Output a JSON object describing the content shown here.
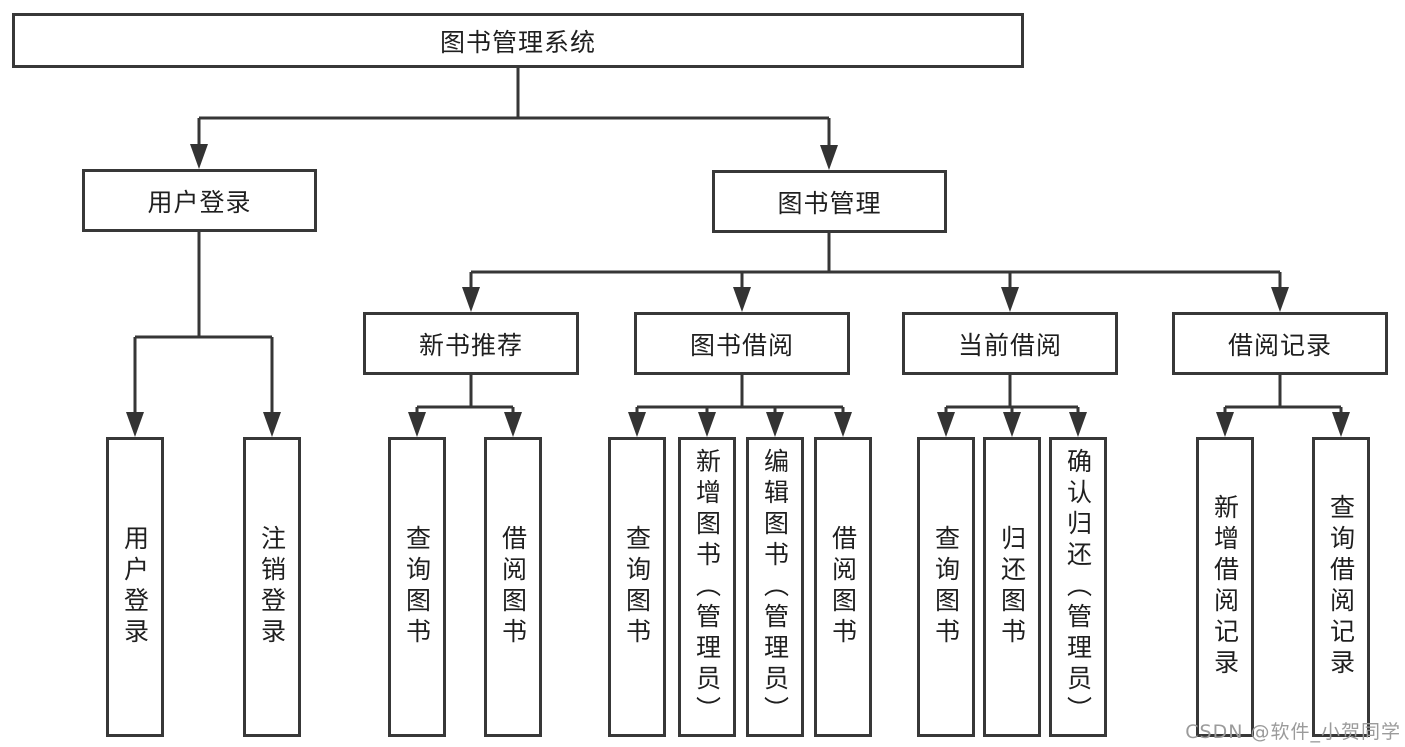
{
  "diagram": {
    "root": {
      "label": "图书管理系统"
    },
    "branches": [
      {
        "label": "用户登录",
        "leaves": [
          {
            "label": "用户登录"
          },
          {
            "label": "注销登录"
          }
        ]
      },
      {
        "label": "图书管理",
        "groups": [
          {
            "label": "新书推荐",
            "leaves": [
              {
                "label": "查询图书"
              },
              {
                "label": "借阅图书"
              }
            ]
          },
          {
            "label": "图书借阅",
            "leaves": [
              {
                "label": "查询图书"
              },
              {
                "label": "新增图书（管理员）"
              },
              {
                "label": "编辑图书（管理员）"
              },
              {
                "label": "借阅图书"
              }
            ]
          },
          {
            "label": "当前借阅",
            "leaves": [
              {
                "label": "查询图书"
              },
              {
                "label": "归还图书"
              },
              {
                "label": "确认归还（管理员）"
              }
            ]
          },
          {
            "label": "借阅记录",
            "leaves": [
              {
                "label": "新增借阅记录"
              },
              {
                "label": "查询借阅记录"
              }
            ]
          }
        ]
      }
    ]
  },
  "watermark": {
    "text": "CSDN @软件_小贺同学"
  },
  "colors": {
    "line": "#363636",
    "box_border": "#383838",
    "text": "#1f1f1f",
    "watermark": "#9b9b9b",
    "background": "#ffffff"
  }
}
